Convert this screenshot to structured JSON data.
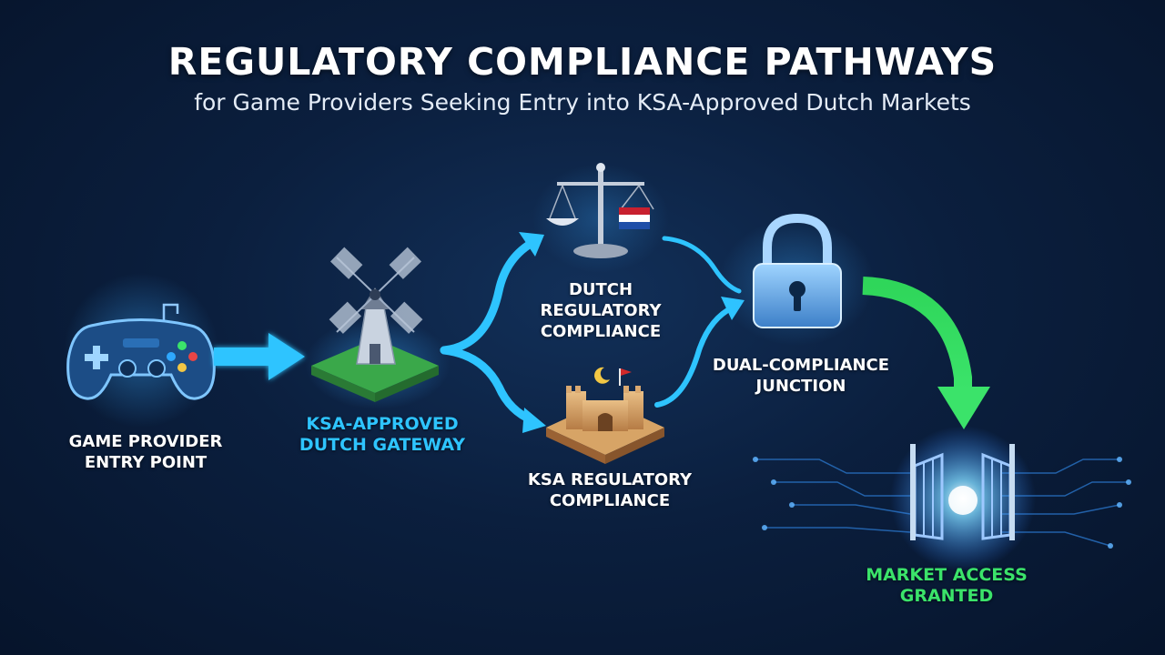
{
  "header": {
    "title": "REGULATORY COMPLIANCE PATHWAYS",
    "subtitle": "for Game Providers Seeking Entry into KSA-Approved Dutch Markets"
  },
  "nodes": {
    "entry": {
      "label": "GAME PROVIDER\nENTRY POINT",
      "icon": "game-controller-icon"
    },
    "gateway": {
      "label": "KSA-APPROVED\nDUTCH GATEWAY",
      "icon": "windmill-icon"
    },
    "dutch": {
      "label": "DUTCH\nREGULATORY\nCOMPLIANCE",
      "icon": "scales-of-justice-icon"
    },
    "ksa": {
      "label": "KSA REGULATORY\nCOMPLIANCE",
      "icon": "desert-fortress-icon"
    },
    "junction": {
      "label": "DUAL-COMPLIANCE\nJUNCTION",
      "icon": "padlock-icon"
    },
    "market": {
      "label": "MARKET ACCESS\nGRANTED",
      "icon": "open-gate-icon"
    }
  },
  "colors": {
    "accent_cyan": "#2ec4ff",
    "accent_green": "#3be36a",
    "background": "#0b1f3e",
    "text": "#ffffff"
  }
}
